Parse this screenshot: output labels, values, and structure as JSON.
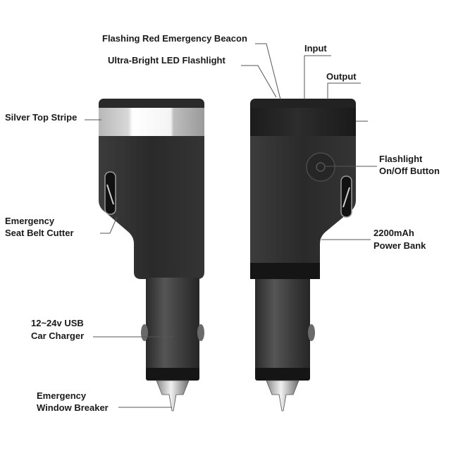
{
  "callouts": {
    "beacon": "Flashing Red Emergency Beacon",
    "flashlight": "Ultra-Bright LED Flashlight",
    "input": "Input",
    "output": "Output",
    "silver_stripe": "Silver Top Stripe",
    "button": [
      "Flashlight",
      "On/Off Button"
    ],
    "cutter": [
      "Emergency",
      "Seat Belt Cutter"
    ],
    "power_bank": [
      "2200mAh",
      "Power Bank"
    ],
    "charger": [
      "12~24v USB",
      "Car Charger"
    ],
    "breaker": [
      "Emergency",
      "Window Breaker"
    ]
  },
  "colors": {
    "body": "#2e2e2e",
    "silver": "#d9d9d9",
    "label": "#1a1a1a"
  }
}
